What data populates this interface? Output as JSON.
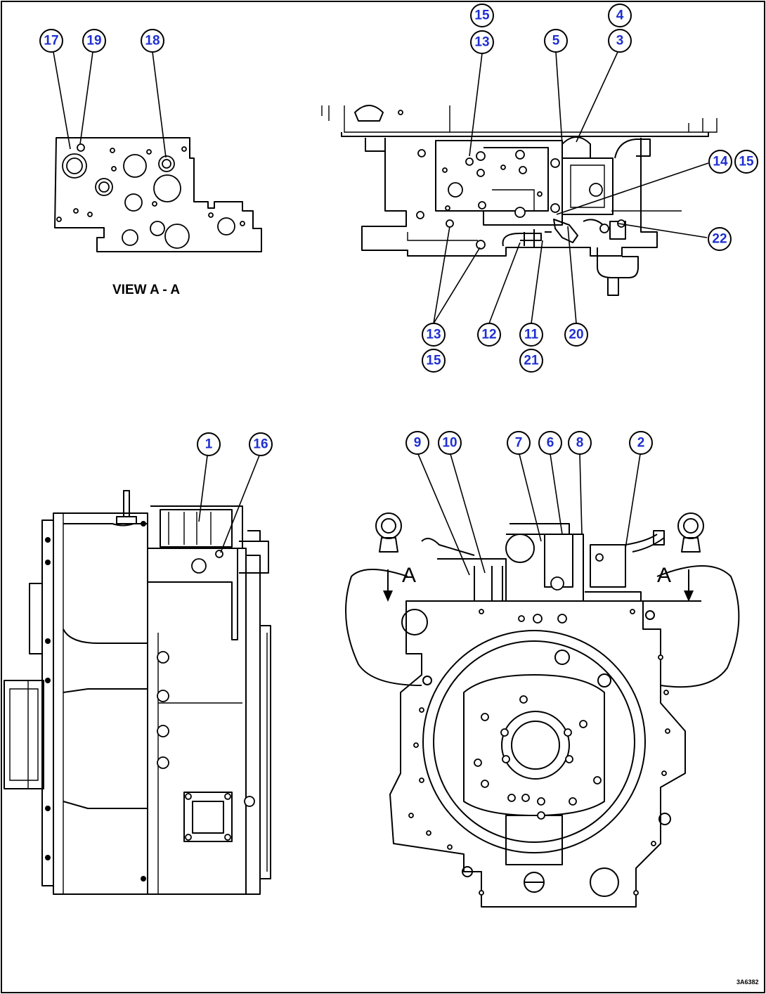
{
  "view_label": "VIEW A - A",
  "section_letter": "A",
  "drawing_ref": "3A6382",
  "colors": {
    "callout_number": "#1e2fd0",
    "line": "#000000",
    "background": "#ffffff"
  },
  "callouts": {
    "c17": "17",
    "c19": "19",
    "c18": "18",
    "c15a": "15",
    "c13a": "13",
    "c5": "5",
    "c4": "4",
    "c3": "3",
    "c14": "14",
    "c15b": "15",
    "c22": "22",
    "c13b": "13",
    "c15c": "15",
    "c12": "12",
    "c11": "11",
    "c21": "21",
    "c20": "20",
    "c1": "1",
    "c16": "16",
    "c9": "9",
    "c10": "10",
    "c7": "7",
    "c6": "6",
    "c8": "8",
    "c2": "2"
  }
}
